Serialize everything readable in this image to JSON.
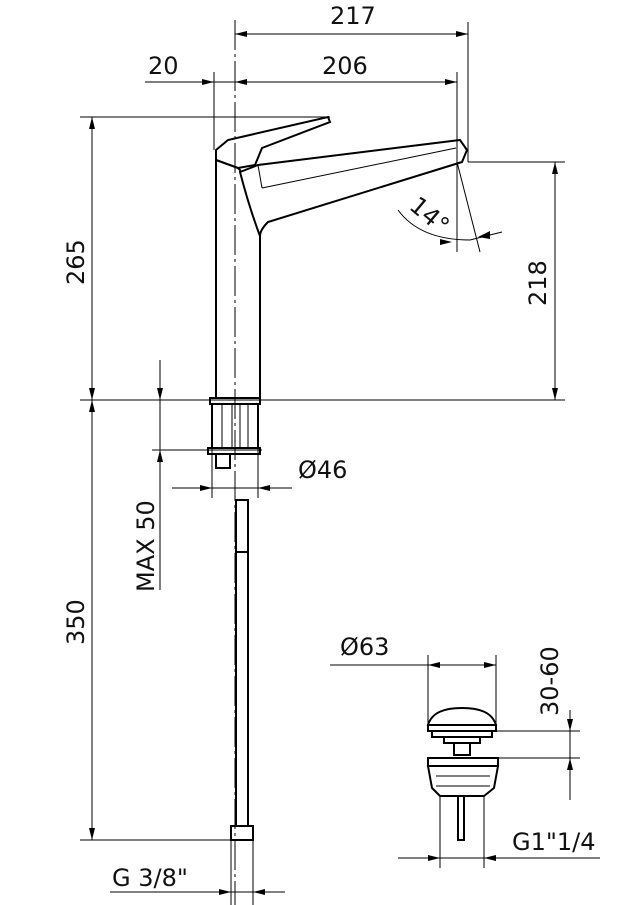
{
  "dimensions": {
    "overall_reach": "217",
    "spout_offset": "20",
    "spout_reach": "206",
    "total_height": "265",
    "spout_height": "218",
    "spout_angle": "14°",
    "base_diameter": "Ø46",
    "max_deck_thickness": "MAX 50",
    "hose_length": "350",
    "hose_connection": "G 3/8\"",
    "waste_diameter": "Ø63",
    "waste_clamp_range": "30-60",
    "waste_thread": "G1\"1/4"
  }
}
